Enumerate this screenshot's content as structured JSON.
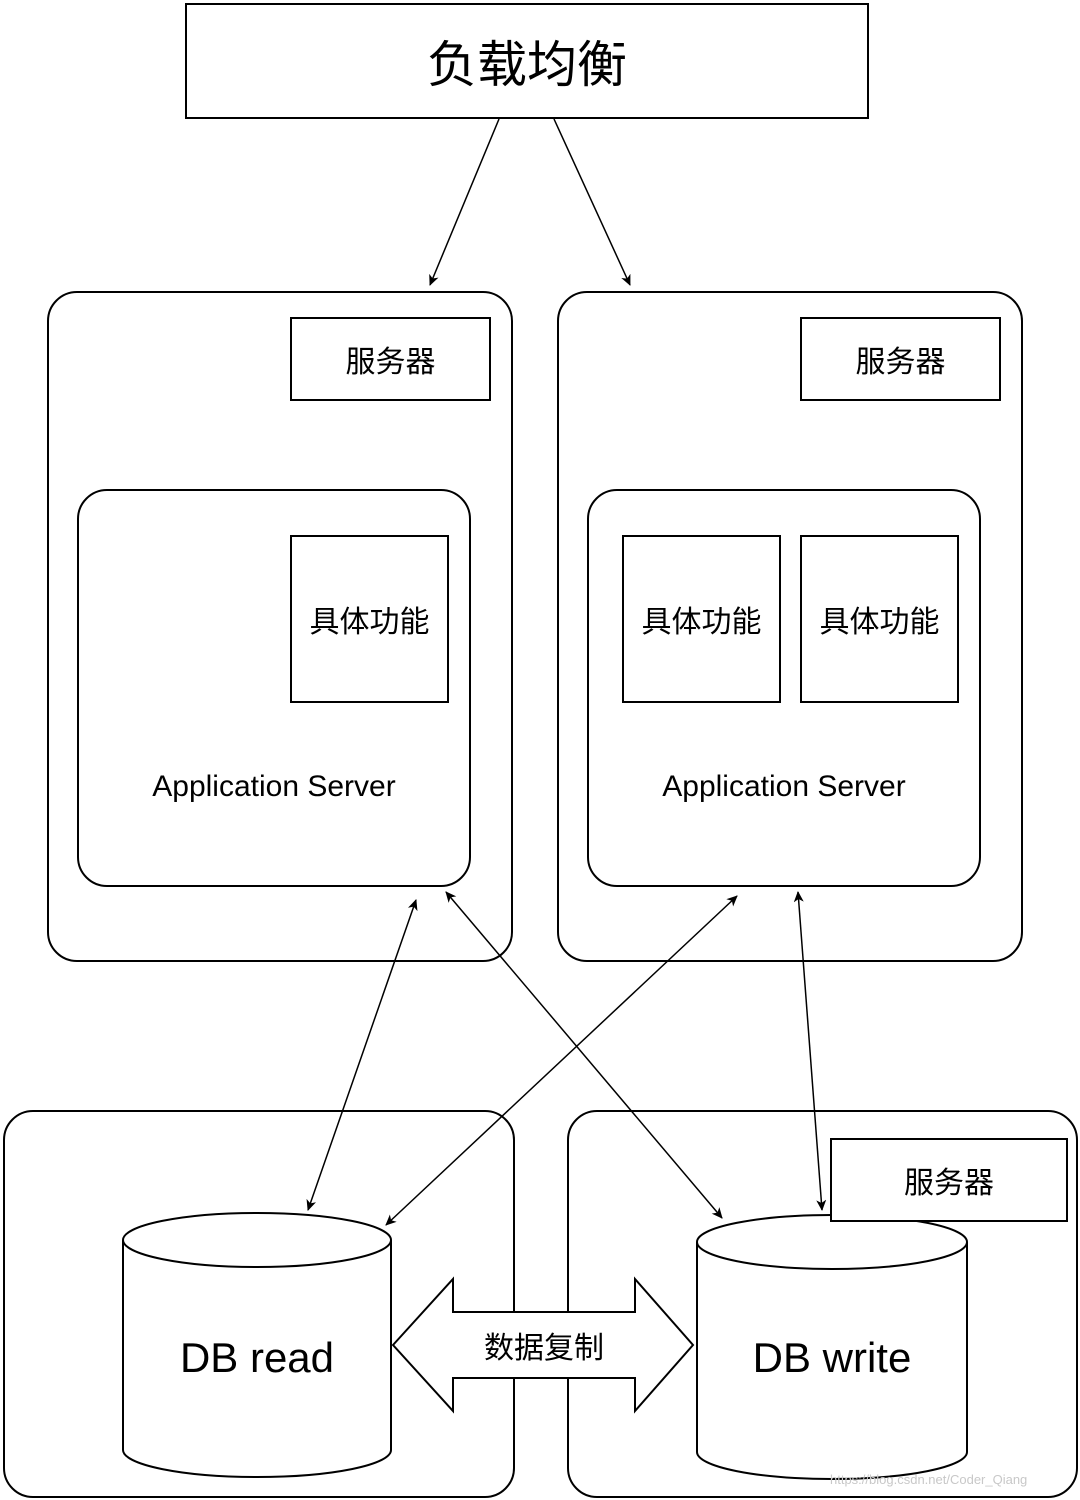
{
  "load_balancer": {
    "label": "负载均衡"
  },
  "servers": [
    {
      "tag": "服务器",
      "app_label": "Application Server",
      "functions": [
        "具体功能"
      ]
    },
    {
      "tag": "服务器",
      "app_label": "Application Server",
      "functions": [
        "具体功能",
        "具体功能"
      ]
    }
  ],
  "databases": {
    "read": {
      "label": "DB read"
    },
    "write": {
      "label": "DB write",
      "tag": "服务器"
    }
  },
  "replication": {
    "label": "数据复制"
  },
  "watermark": "https://blog.csdn.net/Coder_Qiang"
}
